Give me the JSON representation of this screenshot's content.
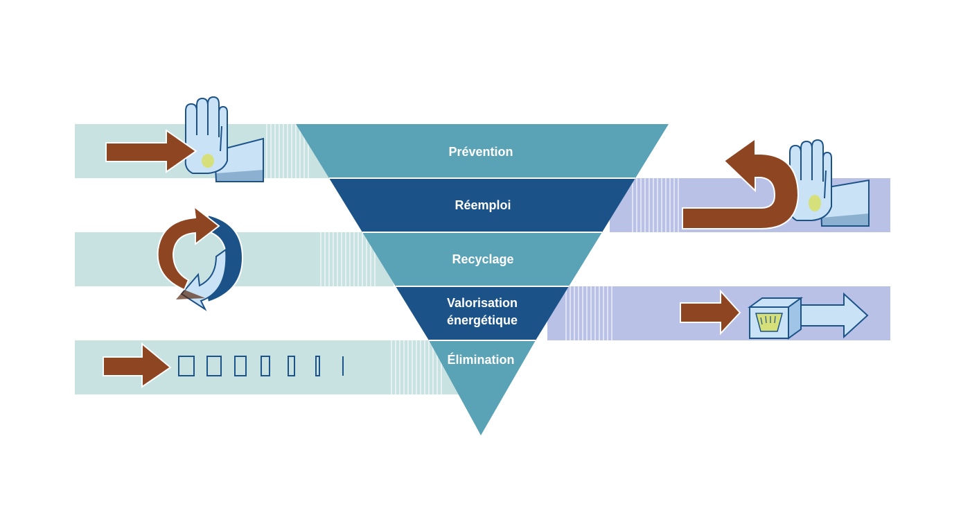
{
  "colors": {
    "band_left": "#c8e2e2",
    "band_right": "#b9c2e6",
    "tier_teal": "#5aa2b6",
    "tier_navy": "#1b5288",
    "arrow_brown": "#8e4522",
    "glove_fill": "#c9e2f6",
    "glove_stroke": "#1b5288",
    "palm_spot": "#d6e07a",
    "outline_white": "#ffffff"
  },
  "hierarchy": {
    "tiers": [
      {
        "label": "Prévention"
      },
      {
        "label": "Réemploi"
      },
      {
        "label": "Recyclage"
      },
      {
        "label_line1": "Valorisation",
        "label_line2": "énergétique"
      },
      {
        "label": "Élimination"
      }
    ]
  },
  "icons": {
    "prevention": "stop-hand-with-arrow-icon",
    "reuse": "hand-with-u-turn-arrow-icon",
    "recycling": "circular-recycle-arrows-icon",
    "energy_recovery": "box-with-gauge-and-arrow-icon",
    "elimination": "arrow-with-shrinking-boxes-icon"
  }
}
